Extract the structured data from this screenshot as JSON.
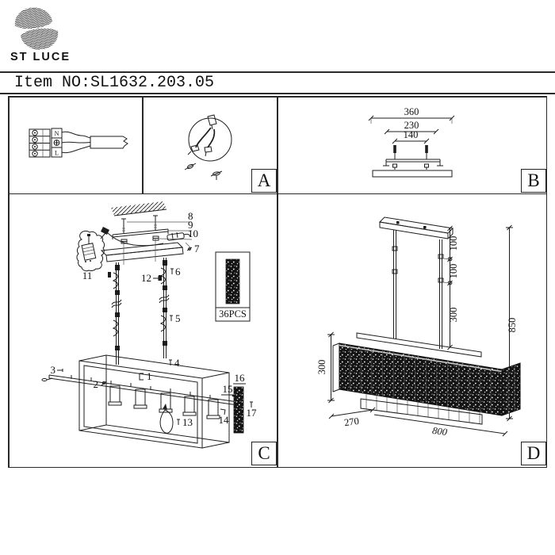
{
  "brand": {
    "name": "ST LUCE"
  },
  "header": {
    "item_no": "Item NO:SL1632.203.05"
  },
  "panel_a": {
    "letter": "A",
    "terminal_n": "N",
    "terminal_l": "L"
  },
  "panel_b": {
    "letter": "B",
    "dim_width": "360",
    "dim_mid": "230",
    "dim_holes": "140"
  },
  "panel_c": {
    "letter": "C",
    "crystal_pcs": "36PCS",
    "p1": "1",
    "p2": "2",
    "p3": "3",
    "p4": "4",
    "p5": "5",
    "p6": "6",
    "p7": "7",
    "p8": "8",
    "p9": "9",
    "p10": "10",
    "p11": "11",
    "p12": "12",
    "p13": "13",
    "p14": "14",
    "p15": "15",
    "p16": "16",
    "p17": "17"
  },
  "panel_d": {
    "letter": "D",
    "dim_seg1": "100",
    "dim_seg2": "100",
    "dim_rod": "300",
    "dim_total": "850",
    "dim_body_h": "300",
    "dim_depth": "270",
    "dim_width": "800"
  }
}
